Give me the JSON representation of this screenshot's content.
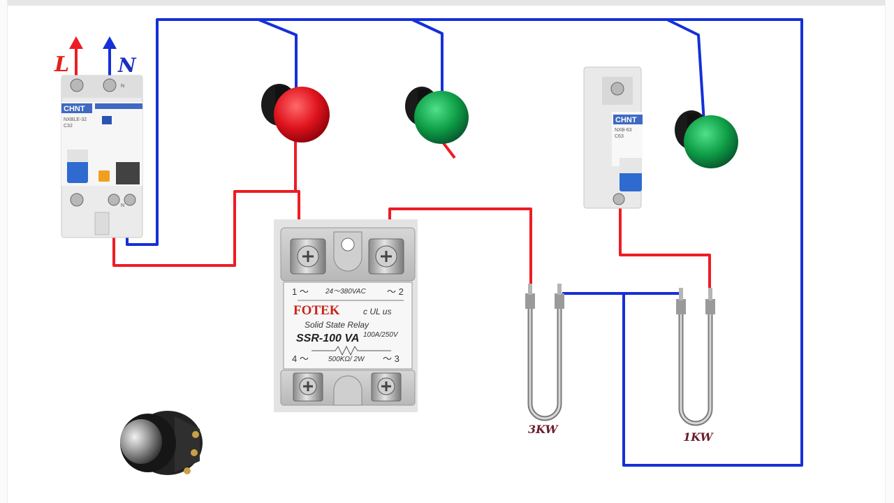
{
  "labels": {
    "line": "L",
    "neutral": "N",
    "heater_left": "3KW",
    "heater_right": "1KW"
  },
  "rcbo": {
    "brand": "CHNT",
    "model": "NXBLE-32",
    "rating": "C32",
    "terminal_n_top": "N",
    "terminal_n_bottom": "N"
  },
  "mcb": {
    "brand": "CHNT",
    "model": "NXB-63",
    "rating": "C63"
  },
  "ssr": {
    "brand": "FOTEK",
    "type": "Solid State Relay",
    "model": "SSR-100 VA",
    "current_rating": "100A/250V",
    "input_range": "24～380VAC",
    "pot_spec": "500KΩ/ 2W",
    "t1": "1 ～",
    "t2": "～ 2",
    "t3": "～ 3",
    "t4": "4 ～"
  },
  "colors": {
    "red_wire": "#ee1c24",
    "blue_wire": "#1530d8",
    "lamp_red": "#e0141e",
    "lamp_green": "#10a048",
    "heater_label": "#6b1d2c"
  }
}
